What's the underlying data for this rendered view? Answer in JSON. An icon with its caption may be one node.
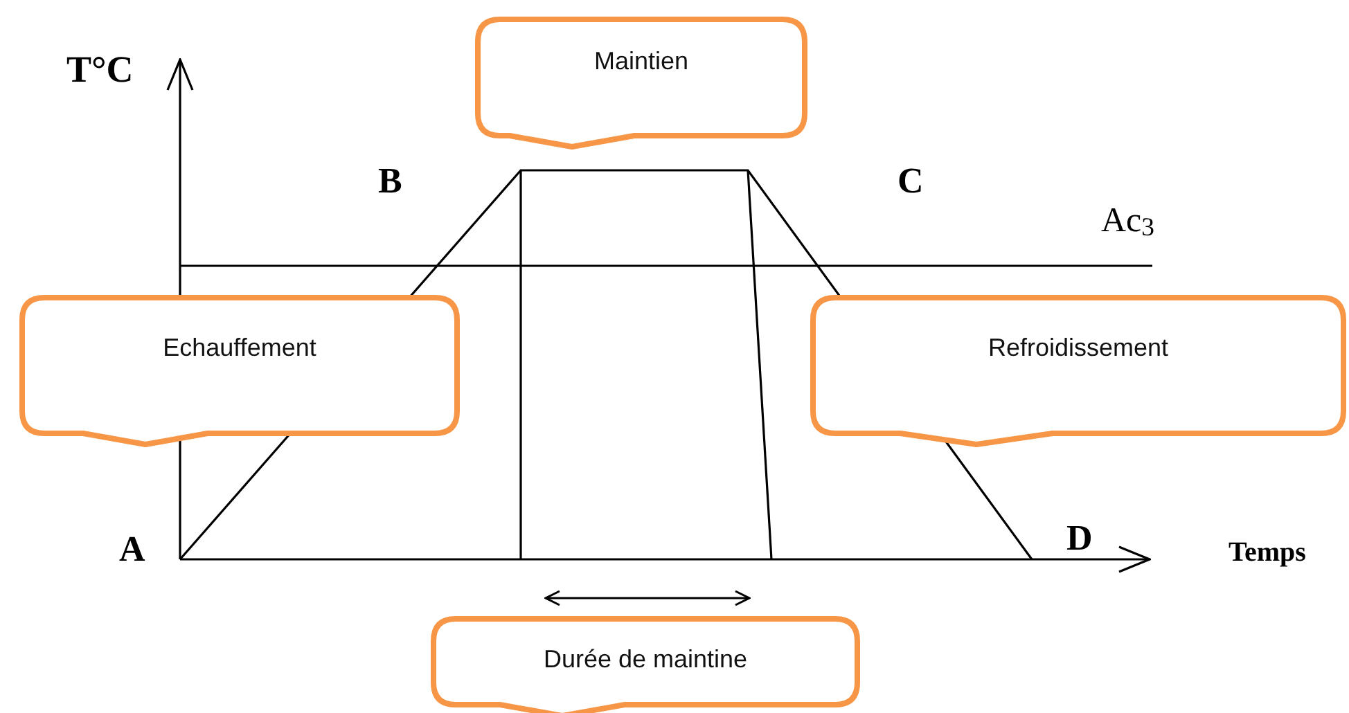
{
  "diagram": {
    "nodes": [
      {
        "text": [
          "Maintien"
        ]
      },
      {
        "text": [
          "Echauffement"
        ]
      },
      {
        "text": [
          "Refroidissement"
        ]
      },
      {
        "text": [
          "Durée de maintine"
        ]
      }
    ],
    "labels": [
      "T°C",
      "B",
      "C",
      "Ac$_{3}$",
      "A",
      "D",
      "Temps"
    ]
  }
}
